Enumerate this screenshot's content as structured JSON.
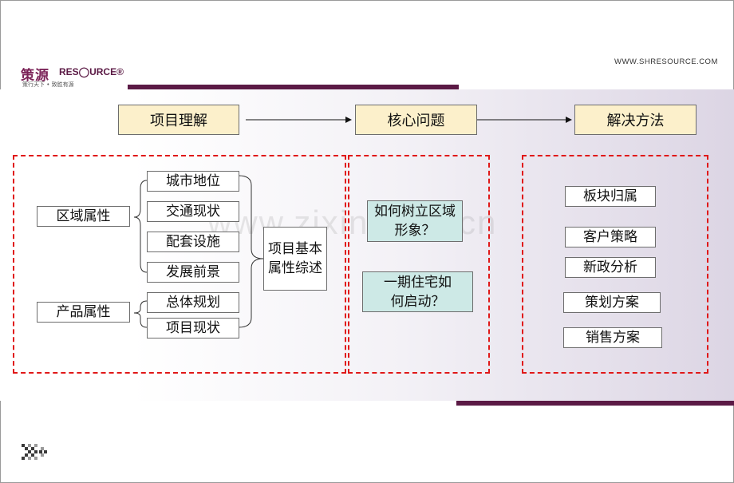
{
  "logo": {
    "brand_mark": "策源",
    "brand_text": "RES◯URCE®",
    "slogan": "策行天下 • 致胜有源"
  },
  "url": "WWW.SHRESOURCE.COM",
  "watermark": "www.zixin.com.cn",
  "headers": {
    "understanding": "项目理解",
    "core": "核心问题",
    "solution": "解决方法"
  },
  "understanding": {
    "regional": "区域属性",
    "product": "产品属性",
    "regional_items": [
      "城市地位",
      "交通现状",
      "配套设施",
      "发展前景"
    ],
    "product_items": [
      "总体规划",
      "项目现状"
    ],
    "summary": "项目基本属性综述"
  },
  "core_questions": [
    "如何树立区域形象？",
    "一期住宅如何启动？"
  ],
  "solutions": [
    "板块归属",
    "客户策略",
    "新政分析",
    "策划方案",
    "销售方案"
  ],
  "colors": {
    "brand": "#5b1a45",
    "header_fill": "#fcf0cb",
    "question_fill": "#cde9e6",
    "dash": "#e01818"
  }
}
